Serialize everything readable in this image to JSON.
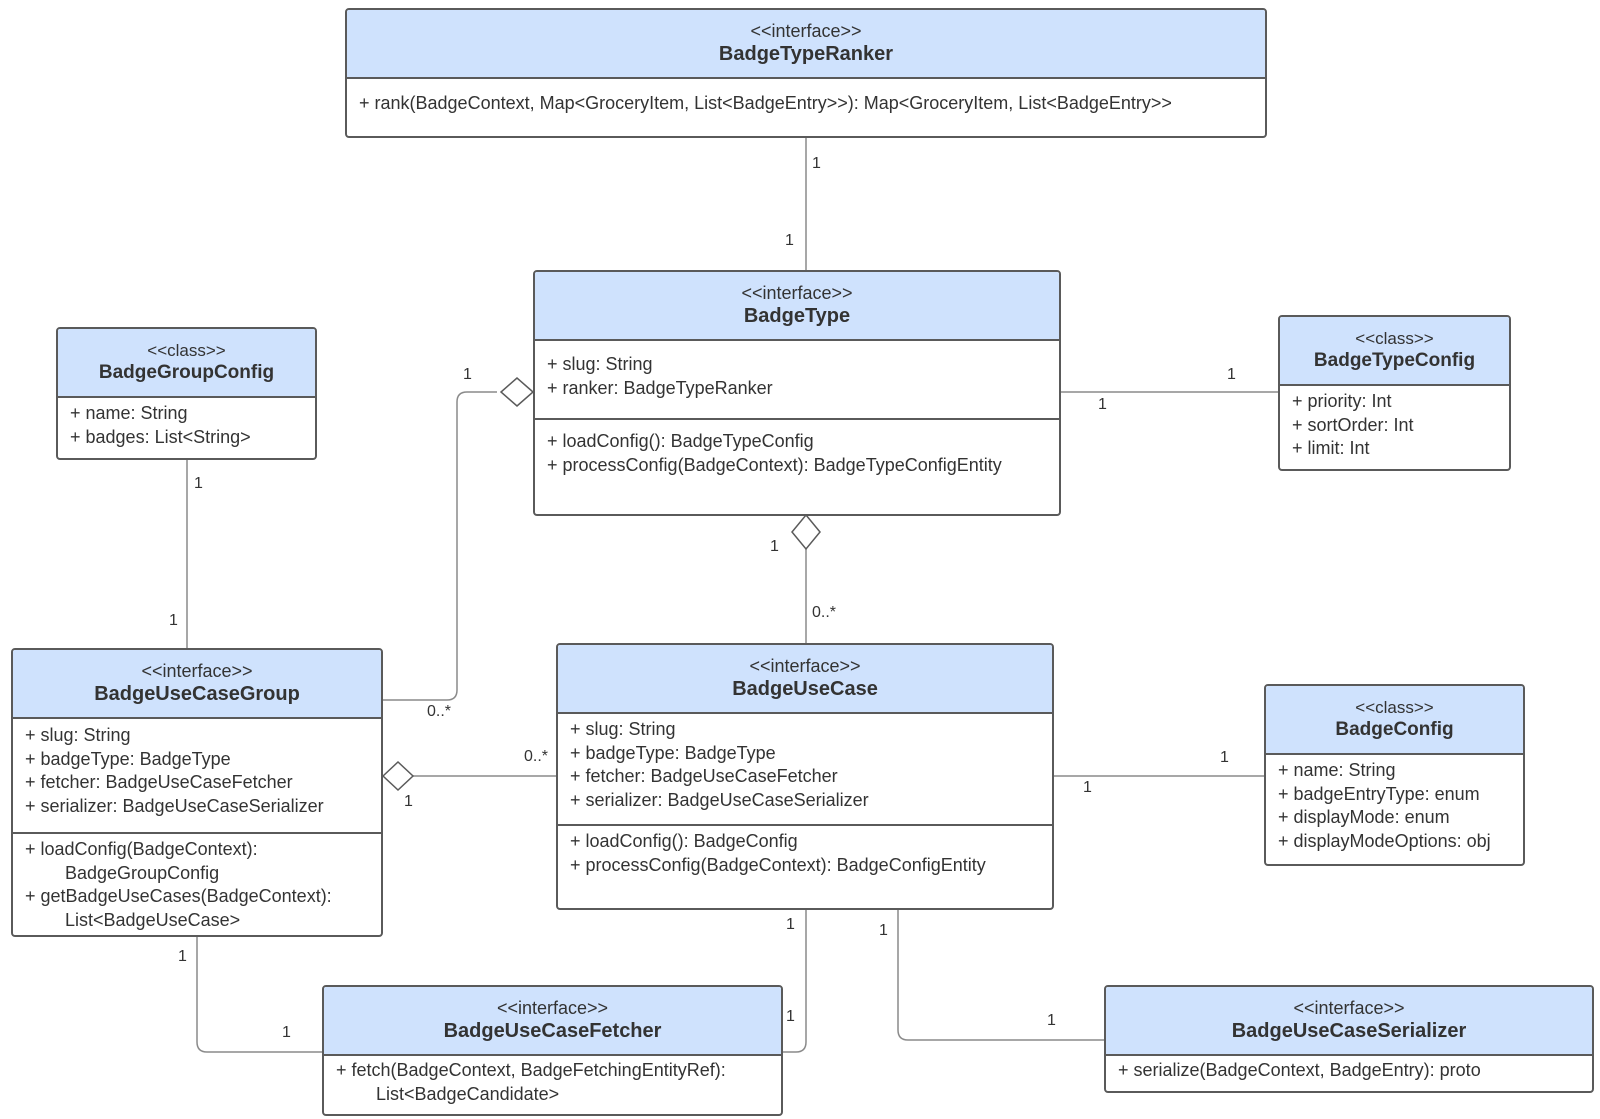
{
  "classes": {
    "ranker": {
      "stereotype": "<<interface>>",
      "name": "BadgeTypeRanker",
      "attributes": [],
      "methods": [
        "+ rank(BadgeContext, Map<GroceryItem, List<BadgeEntry>>): Map<GroceryItem, List<BadgeEntry>>"
      ]
    },
    "badge_type": {
      "stereotype": "<<interface>>",
      "name": "BadgeType",
      "attributes": [
        "+ slug: String",
        "+ ranker: BadgeTypeRanker"
      ],
      "methods": [
        "+ loadConfig(): BadgeTypeConfig",
        "+ processConfig(BadgeContext): BadgeTypeConfigEntity"
      ]
    },
    "group_config": {
      "stereotype": "<<class>>",
      "name": "BadgeGroupConfig",
      "attributes": [
        "+ name: String",
        "+ badges: List<String>"
      ],
      "methods": []
    },
    "type_config": {
      "stereotype": "<<class>>",
      "name": "BadgeTypeConfig",
      "attributes": [
        "+ priority: Int",
        "+ sortOrder: Int",
        "+ limit: Int"
      ],
      "methods": []
    },
    "use_case_group": {
      "stereotype": "<<interface>>",
      "name": "BadgeUseCaseGroup",
      "attributes": [
        "+ slug: String",
        "+ badgeType: BadgeType",
        "+ fetcher: BadgeUseCaseFetcher",
        "+ serializer: BadgeUseCaseSerializer"
      ],
      "methods": [
        "+ loadConfig(BadgeContext):",
        "        BadgeGroupConfig",
        "+ getBadgeUseCases(BadgeContext):",
        "        List<BadgeUseCase>"
      ]
    },
    "use_case": {
      "stereotype": "<<interface>>",
      "name": "BadgeUseCase",
      "attributes": [
        "+ slug: String",
        "+ badgeType: BadgeType",
        "+ fetcher: BadgeUseCaseFetcher",
        "+ serializer: BadgeUseCaseSerializer"
      ],
      "methods": [
        "+ loadConfig(): BadgeConfig",
        "+ processConfig(BadgeContext): BadgeConfigEntity"
      ]
    },
    "badge_config": {
      "stereotype": "<<class>>",
      "name": "BadgeConfig",
      "attributes": [
        "+ name: String",
        "+ badgeEntryType: enum",
        "+ displayMode: enum",
        "+ displayModeOptions: obj"
      ],
      "methods": []
    },
    "fetcher": {
      "stereotype": "<<interface>>",
      "name": "BadgeUseCaseFetcher",
      "attributes": [],
      "methods": [
        "+ fetch(BadgeContext, BadgeFetchingEntityRef):",
        "        List<BadgeCandidate>"
      ]
    },
    "serializer": {
      "stereotype": "<<interface>>",
      "name": "BadgeUseCaseSerializer",
      "attributes": [],
      "methods": [
        "+ serialize(BadgeContext, BadgeEntry): proto"
      ]
    }
  },
  "multiplicities": {
    "ranker_top": "1",
    "ranker_bottom": "1",
    "type_group_left": "1",
    "type_group_right": "0..*",
    "type_typeconfig_left": "1",
    "type_typeconfig_right": "1",
    "type_usecase_top": "1",
    "type_usecase_bottom": "0..*",
    "groupconfig_top": "1",
    "groupconfig_bottom": "1",
    "group_usecase_left": "1",
    "group_usecase_right": "0..*",
    "usecase_badgeconfig_left": "1",
    "usecase_badgeconfig_right": "1",
    "group_fetcher_top": "1",
    "group_fetcher_bottom": "1",
    "usecase_fetcher_top": "1",
    "usecase_fetcher_bottom": "1",
    "usecase_serializer_top": "1",
    "usecase_serializer_bottom": "1"
  },
  "colors": {
    "header_fill": "#cfe2fd",
    "border": "#5a5a5a",
    "line": "#8a8a8a"
  }
}
